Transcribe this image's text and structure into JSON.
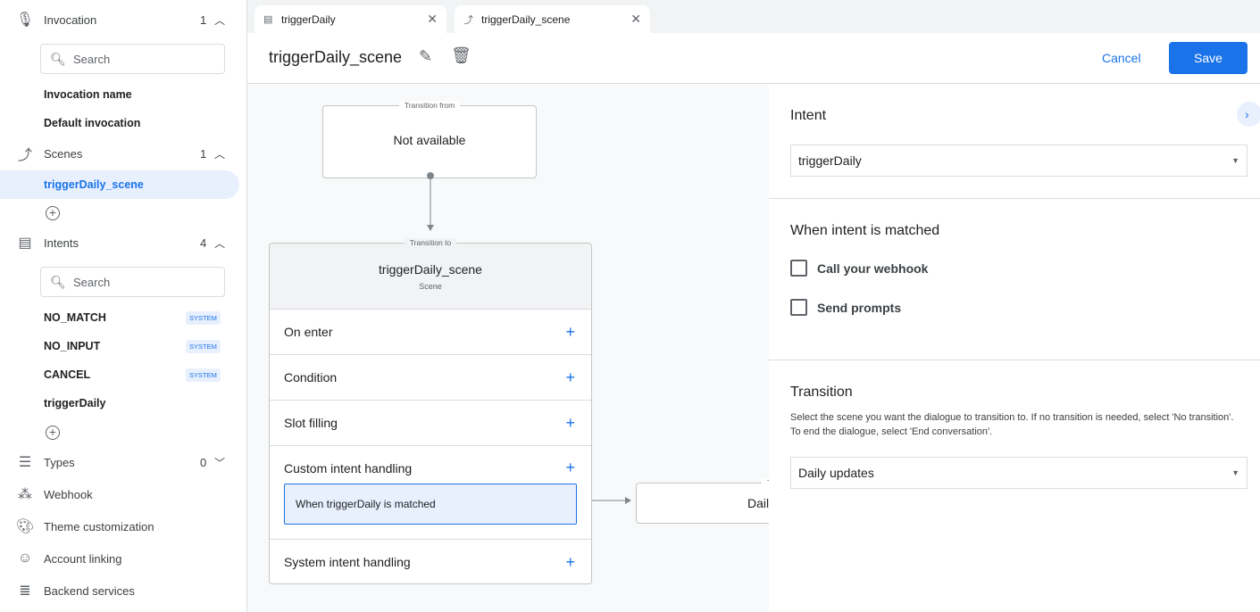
{
  "sidebar": {
    "invocation": {
      "label": "Invocation",
      "count": "1",
      "search_placeholder": "Search",
      "items": [
        "Invocation name",
        "Default invocation"
      ]
    },
    "scenes": {
      "label": "Scenes",
      "count": "1",
      "items": [
        "triggerDaily_scene"
      ]
    },
    "intents": {
      "label": "Intents",
      "count": "4",
      "search_placeholder": "Search",
      "items": [
        {
          "label": "NO_MATCH",
          "badge": "SYSTEM"
        },
        {
          "label": "NO_INPUT",
          "badge": "SYSTEM"
        },
        {
          "label": "CANCEL",
          "badge": "SYSTEM"
        },
        {
          "label": "triggerDaily"
        }
      ]
    },
    "types": {
      "label": "Types",
      "count": "0"
    },
    "webhook": "Webhook",
    "theme": "Theme customization",
    "account": "Account linking",
    "backend": "Backend services"
  },
  "tabs": [
    {
      "label": "triggerDaily"
    },
    {
      "label": "triggerDaily_scene"
    }
  ],
  "header": {
    "title": "triggerDaily_scene",
    "cancel": "Cancel",
    "save": "Save"
  },
  "canvas": {
    "from": {
      "legend": "Transition from",
      "text": "Not available"
    },
    "to": {
      "legend": "Transition to",
      "title": "triggerDaily_scene",
      "subtitle": "Scene",
      "rows": [
        "On enter",
        "Condition",
        "Slot filling",
        "Custom intent handling",
        "System intent handling"
      ],
      "handler": "When triggerDaily is matched"
    },
    "target": {
      "legend": "Tr",
      "text": "Dail"
    }
  },
  "panel": {
    "intent_heading": "Intent",
    "intent_value": "triggerDaily",
    "matched_heading": "When intent is matched",
    "webhook_label": "Call your webhook",
    "prompts_label": "Send prompts",
    "transition_heading": "Transition",
    "transition_help": "Select the scene you want the dialogue to transition to. If no transition is needed, select 'No transition'. To end the dialogue, select 'End conversation'.",
    "transition_value": "Daily updates"
  },
  "colors": {
    "accent": "#1a73e8",
    "selected_bg": "#e8f0fe",
    "canvas_bg": "#f8f9fa"
  }
}
